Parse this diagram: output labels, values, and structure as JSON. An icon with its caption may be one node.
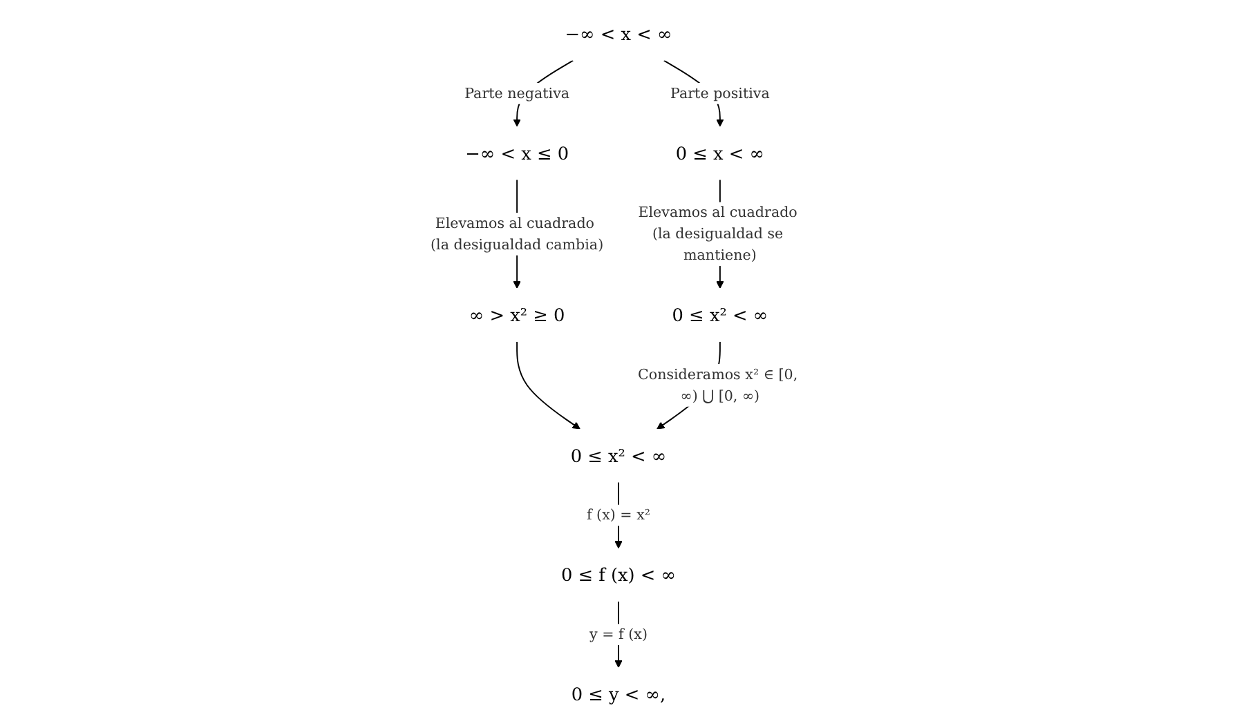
{
  "diagram": {
    "nodes": [
      {
        "text": [
          "−∞ < x < ∞"
        ]
      },
      {
        "text": [
          "−∞ < x ≤ 0"
        ]
      },
      {
        "text": [
          "0 ≤ x < ∞"
        ]
      },
      {
        "text": [
          "∞ > x² ≥ 0"
        ]
      },
      {
        "text": [
          "0 ≤ x² < ∞"
        ]
      },
      {
        "text": [
          "0 ≤ x² < ∞"
        ]
      },
      {
        "text": [
          "0 ≤ f (x) < ∞"
        ]
      },
      {
        "text": [
          "0 ≤ y < ∞,"
        ]
      }
    ],
    "edges": [
      {
        "from": 0,
        "to": 1,
        "arrow": "to",
        "label": "Parte negativa"
      },
      {
        "from": 0,
        "to": 2,
        "arrow": "to",
        "label": "Parte positiva"
      },
      {
        "from": 1,
        "to": 3,
        "arrow": "to",
        "label": "Elevamos al cuadrado (la desigualdad cambia)"
      },
      {
        "from": 2,
        "to": 4,
        "arrow": "to",
        "label": "Elevamos al cuadrado (la desigualdad se mantiene)"
      },
      {
        "from": 3,
        "to": 5,
        "arrow": "to"
      },
      {
        "from": 4,
        "to": 5,
        "arrow": "to",
        "label": "Consideramos x² ∈ [0, ∞) ⋃ [0, ∞)"
      },
      {
        "from": 5,
        "to": 6,
        "arrow": "to",
        "label": "f (x) = x²"
      },
      {
        "from": 6,
        "to": 7,
        "arrow": "to",
        "label": "y = f (x)"
      }
    ]
  }
}
